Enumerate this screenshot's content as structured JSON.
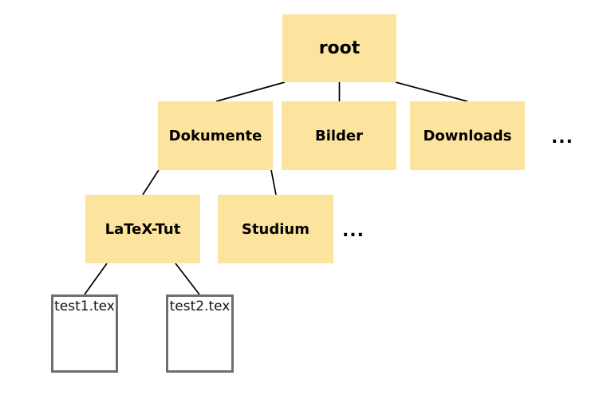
{
  "diagram": {
    "kind": "file-system-tree",
    "colors": {
      "folder_fill": "#fce49e",
      "folder_text": "#000000",
      "file_fill": "#ffffff",
      "file_border": "#6e6e6e",
      "edge": "#000000",
      "background": "#ffffff"
    },
    "tree": {
      "root": {
        "label": "root"
      },
      "level1": {
        "dokumente": {
          "label": "Dokumente"
        },
        "bilder": {
          "label": "Bilder"
        },
        "downloads": {
          "label": "Downloads"
        },
        "ellipsis": "..."
      },
      "level2": {
        "latex_tut": {
          "label": "LaTeX-Tut"
        },
        "studium": {
          "label": "Studium"
        },
        "ellipsis": "..."
      },
      "level3": {
        "test1": {
          "label": "test1.tex"
        },
        "test2": {
          "label": "test2.tex"
        }
      }
    },
    "edges": [
      [
        "root",
        "dokumente"
      ],
      [
        "root",
        "bilder"
      ],
      [
        "root",
        "downloads"
      ],
      [
        "dokumente",
        "latex_tut"
      ],
      [
        "dokumente",
        "studium"
      ],
      [
        "latex_tut",
        "test1"
      ],
      [
        "latex_tut",
        "test2"
      ]
    ]
  }
}
